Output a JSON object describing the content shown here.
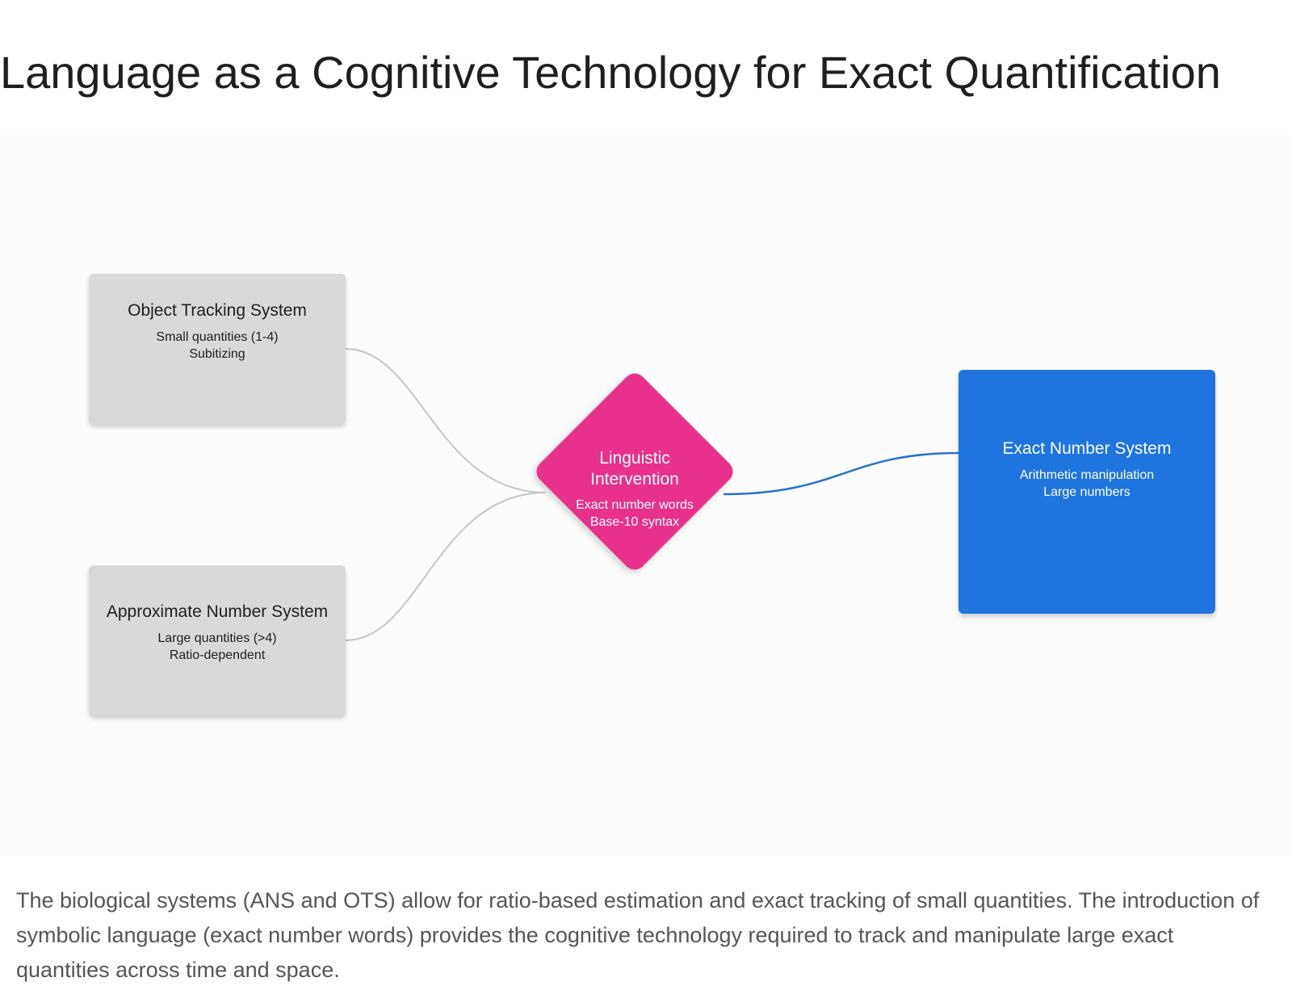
{
  "title": "Language as a Cognitive Technology for Exact Quantification",
  "nodes": {
    "ots": {
      "title": "Object Tracking System",
      "details": [
        "Small quantities (1-4)",
        "Subitizing"
      ]
    },
    "ans": {
      "title": "Approximate Number System",
      "details": [
        "Large quantities (>4)",
        "Ratio-dependent"
      ]
    },
    "intervention": {
      "title_lines": [
        "Linguistic",
        "Intervention"
      ],
      "details": [
        "Exact number words",
        "Base-10 syntax"
      ]
    },
    "ens": {
      "title": "Exact Number System",
      "details": [
        "Arithmetic manipulation",
        "Large numbers"
      ]
    }
  },
  "colors": {
    "gray_node": "#d9d9d9",
    "intervention": "#e8318a",
    "exact_system": "#1f74e0",
    "gray_connector": "#c6c6c6",
    "blue_connector": "#2a6fcf"
  },
  "caption": "The biological systems (ANS and OTS) allow for ratio-based estimation and exact tracking of small quantities. The introduction of symbolic language (exact number words) provides the cognitive technology required to track and manipulate large exact quantities across time and space."
}
